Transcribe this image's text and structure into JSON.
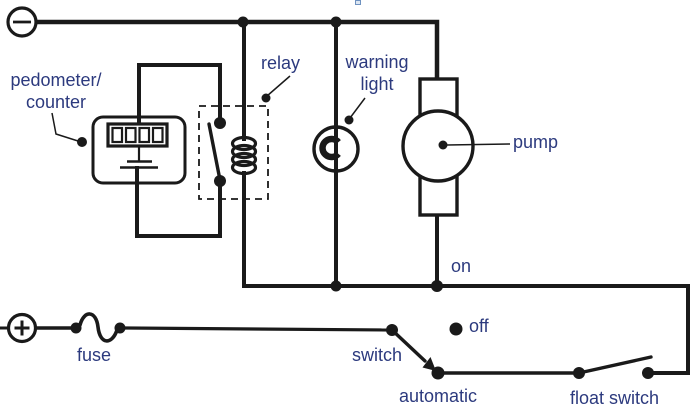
{
  "colors": {
    "wire": "#1a1a1a",
    "label": "#2c3a7e",
    "background": "#ffffff",
    "handle_fill": "#dce6f2",
    "handle_border": "#6f92c0"
  },
  "labels": {
    "pedometer_line1": "pedometer/",
    "pedometer_line2": "counter",
    "relay": "relay",
    "warning_line1": "warning",
    "warning_line2": "light",
    "pump": "pump",
    "on": "on",
    "off": "off",
    "switch": "switch",
    "automatic": "automatic",
    "float_switch": "float switch",
    "fuse": "fuse"
  },
  "terminal_symbols": {
    "negative": "−",
    "positive": "+"
  },
  "components": [
    "negative-battery-terminal",
    "pedometer-counter",
    "relay-contact",
    "relay-coil",
    "warning-light",
    "pump",
    "positive-battery-terminal",
    "fuse",
    "selector-switch",
    "on-contact",
    "off-contact",
    "automatic-contact",
    "float-switch"
  ]
}
